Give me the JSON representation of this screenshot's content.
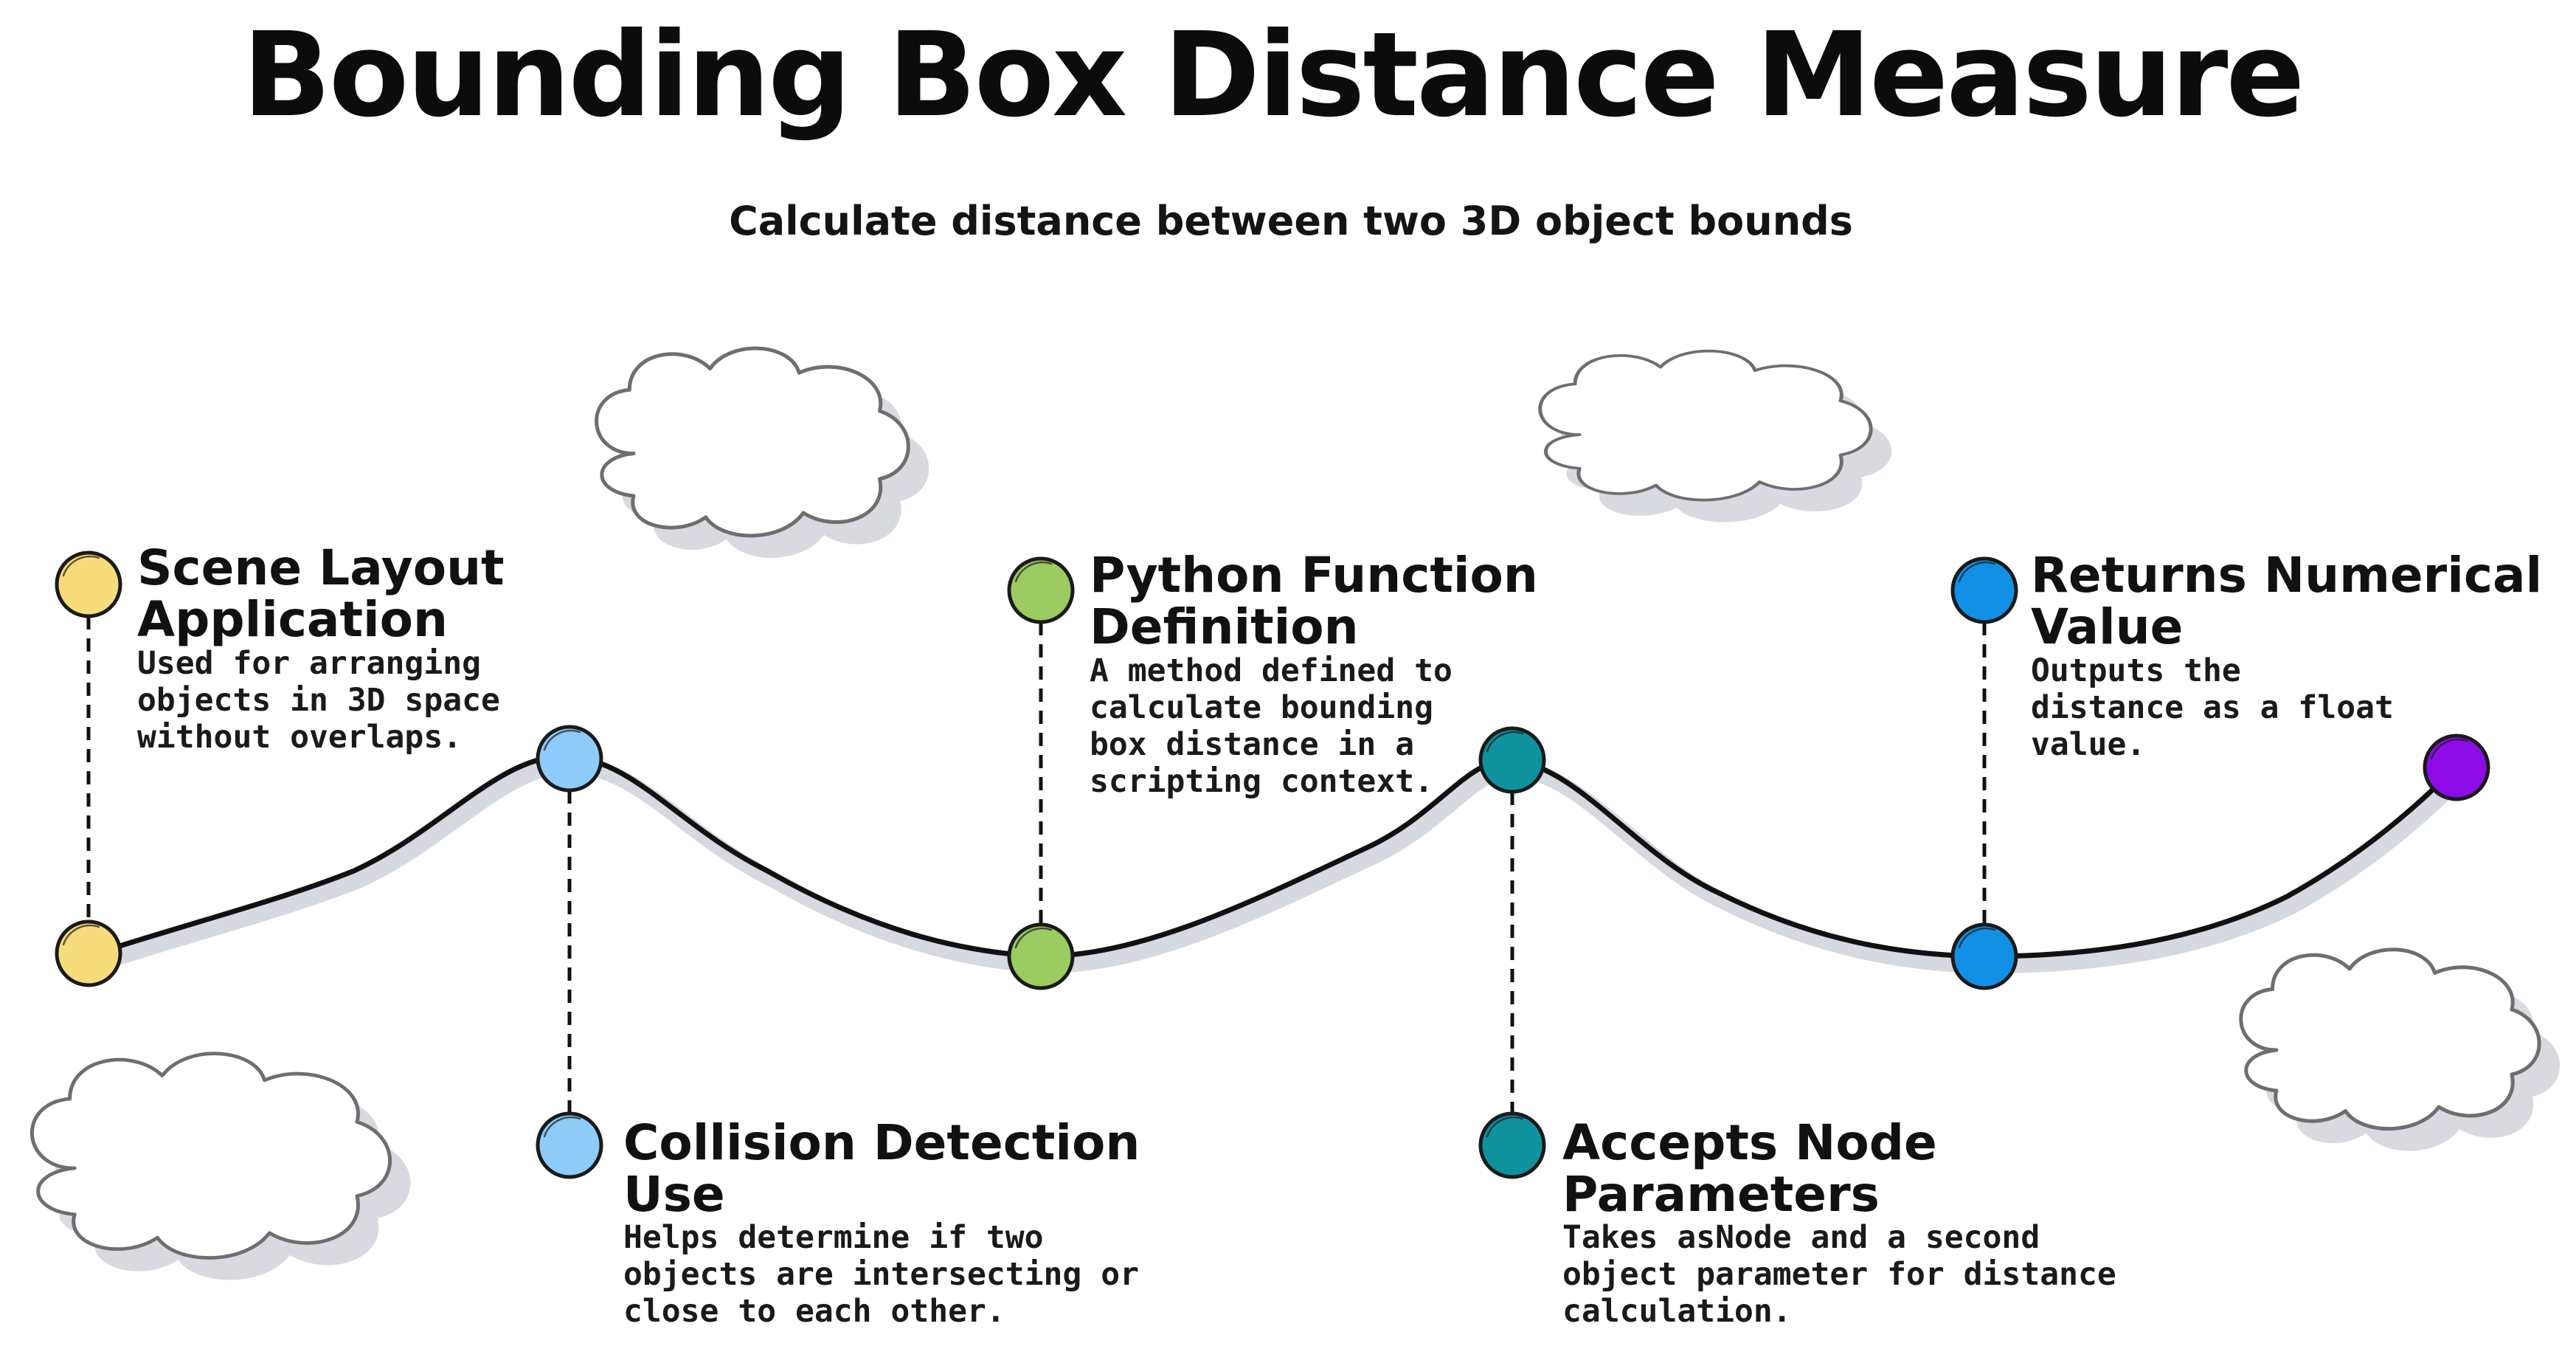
{
  "header": {
    "title": "Bounding Box Distance Measure",
    "subtitle": "Calculate distance between two 3D object bounds"
  },
  "milestones": [
    {
      "title_line1": "Scene Layout",
      "title_line2": "Application",
      "description": "Used for arranging\nobjects in 3D space\nwithout overlaps.",
      "color": "#F7DC7B",
      "position": "above"
    },
    {
      "title_line1": "Collision Detection",
      "title_line2": "Use",
      "description": "Helps determine if two\nobjects are intersecting or\nclose to each other.",
      "color": "#8FCBF8",
      "position": "below"
    },
    {
      "title_line1": "Python Function",
      "title_line2": "Definition",
      "description": "A method defined to\ncalculate bounding\nbox distance in a\nscripting context.",
      "color": "#9CCB61",
      "position": "above"
    },
    {
      "title_line1": "Accepts Node",
      "title_line2": "Parameters",
      "description": "Takes asNode and a second\nobject parameter for distance\ncalculation.",
      "color": "#0E929E",
      "position": "below"
    },
    {
      "title_line1": "Returns Numerical",
      "title_line2": "Value",
      "description": "Outputs the\ndistance as a float\nvalue.",
      "color": "#1190E6",
      "position": "above"
    }
  ],
  "end_marker": {
    "color": "#8C0BE6"
  },
  "colors": {
    "line": "#111111",
    "line_shadow": "#D5D9E0",
    "cloud_outline": "#6e6e6e",
    "cloud_shadow": "#D8DADF"
  }
}
